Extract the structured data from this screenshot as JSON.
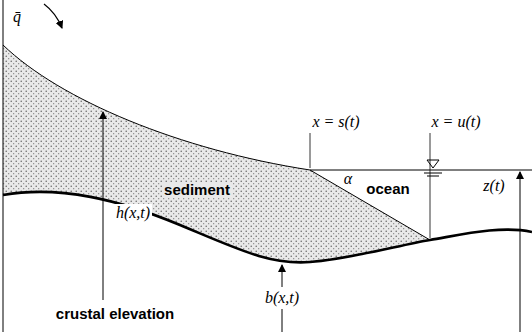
{
  "diagram": {
    "labels": [
      "q̄",
      "h(x,t)",
      "sediment",
      "x = s(t)",
      "x = u(t)",
      "α",
      "ocean",
      "z(t)",
      "crustal elevation",
      "b(x,t)"
    ]
  }
}
